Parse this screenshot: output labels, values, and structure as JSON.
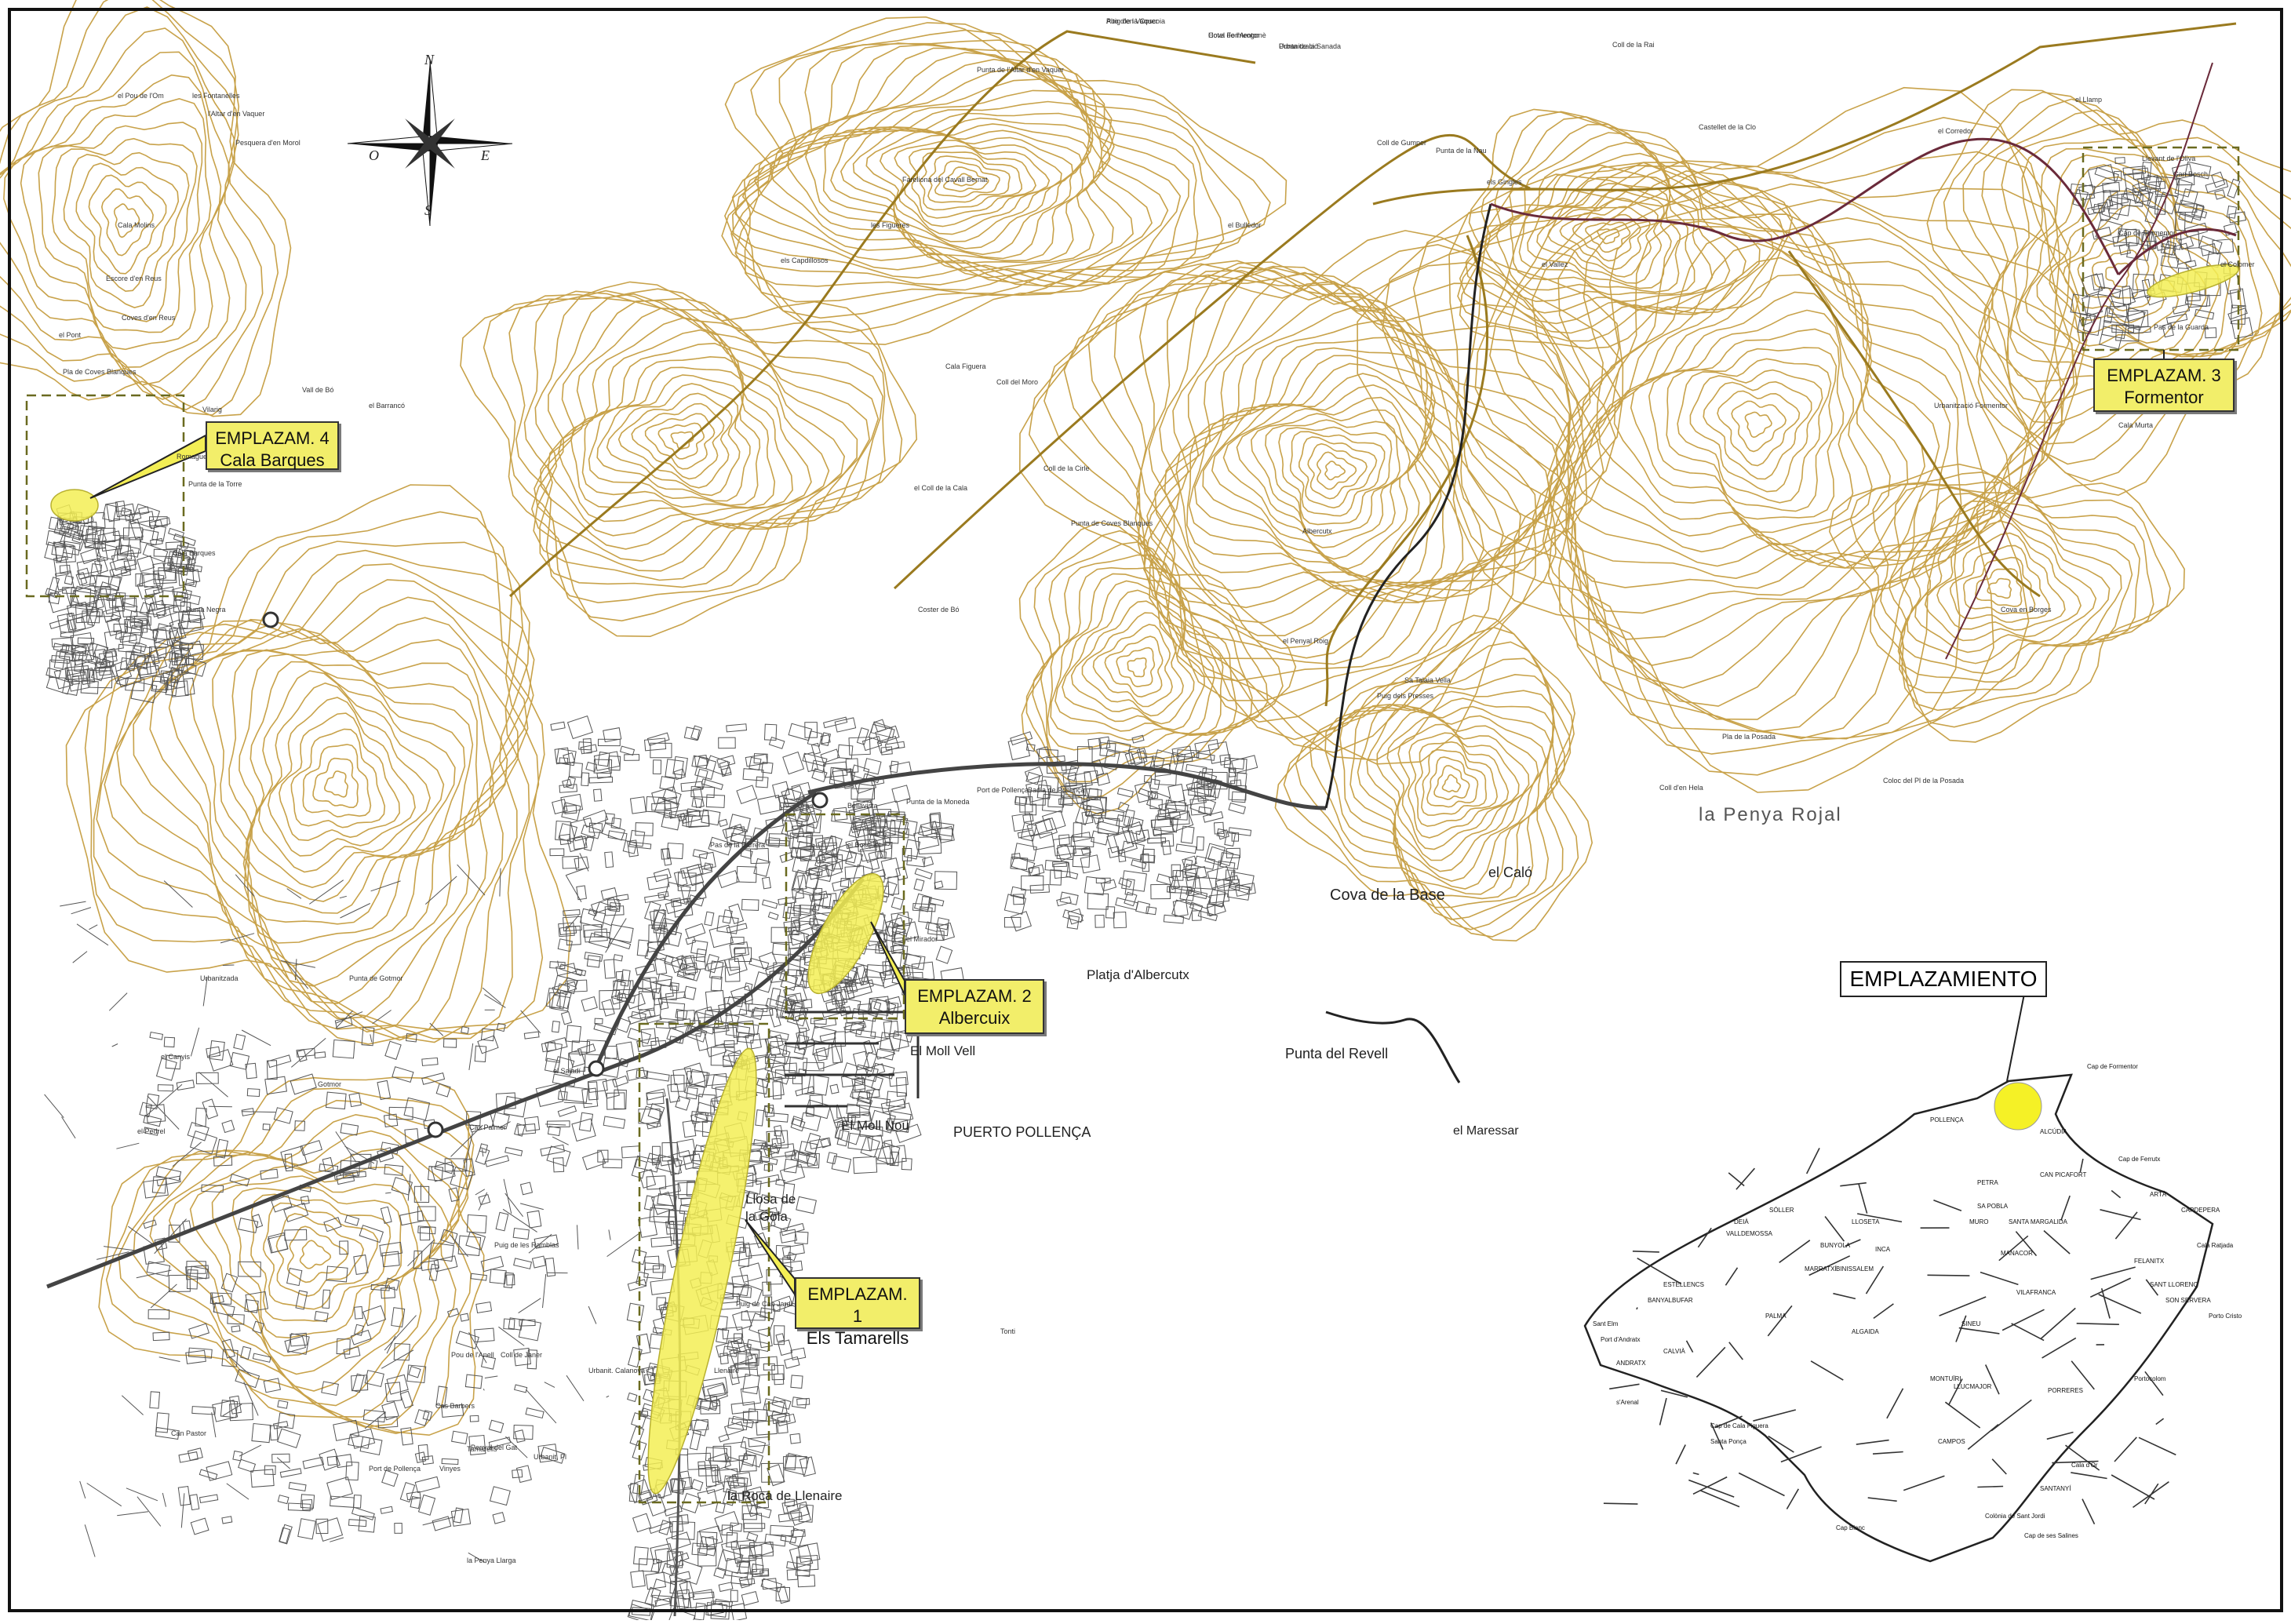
{
  "map": {
    "compass": {
      "n": "N",
      "s": "S",
      "e": "E",
      "w": "O"
    },
    "zones": [
      {
        "id": "1",
        "title": "EMPLAZAM. 1",
        "name": "Els Tamarells"
      },
      {
        "id": "2",
        "title": "EMPLAZAM. 2",
        "name": "Albercuix"
      },
      {
        "id": "3",
        "title": "EMPLAZAM. 3",
        "name": "Formentor"
      },
      {
        "id": "4",
        "title": "EMPLAZAM. 4",
        "name": "Cala Barques"
      }
    ],
    "places": {
      "penya_rojal": "la Penya Rojal",
      "calo": "el Caló",
      "cova_base": "Cova de la Base",
      "platja_albercutx": "Platja d'Albercutx",
      "punta_revell": "Punta del Revell",
      "moll_vell": "El Moll Vell",
      "moll_nou": "El Moll Nou",
      "puerto_pollenca": "PUERTO POLLENÇA",
      "llosa_gola": "Llosa de la Gola",
      "maressar": "el Maressar",
      "roca_llenaire": "la Roca de Llenaire"
    },
    "small_labels": [
      "Alto d'en Vaquer",
      "Cova de l'Arogonè",
      "Punta de la Sanada",
      "Punta de l'Altar d'en Vaquer",
      "Fareliona del Cavall Bernat",
      "les Figueres",
      "els Capdillosos",
      "el Bulledor",
      "Coll del Moro",
      "Coll de la Cirle",
      "el Coll de la Cala",
      "el Barrancó",
      "Vall de Bó",
      "Romaguera",
      "Vilarig",
      "Punta de la Torre",
      "Punta Negra",
      "Cala Barques",
      "Cala Molins",
      "Escore d'en Reus",
      "Coves d'en Reus",
      "el Pont",
      "Pla de Coves Blanques",
      "el Pou de l'Om",
      "les Fontanelles",
      "l'Altar d'en Vaquer",
      "Pesquera d'en Morol",
      "Punta de Coves Blanques",
      "Coster de Bó",
      "el Penyal Roig",
      "Albercutx",
      "Puig dels Presses",
      "Sa Talaia Vella",
      "Coll d'en Hela",
      "Coll de la Rai",
      "Coll de Gumper",
      "Punta de la Nau",
      "els Gingles",
      "Castellet de la Clo",
      "el Corredor",
      "el Llamp",
      "el Vallez",
      "Pas de la Guarda",
      "Cala Murta",
      "Pla de la Posada",
      "Coloc del Pl de la Posada",
      "Cova en Borges",
      "Cala Figuera",
      "Punta de la Moneda",
      "el Mirador",
      "Port de Pollença",
      "Badia de Pollença",
      "el Bosquet",
      "Bellavista",
      "Urbanitzada",
      "el Pedrel",
      "el Canyis",
      "Gotmor",
      "Punta de Gotmor",
      "Cas Palmer",
      "el Saladí",
      "Pas de la Barrera",
      "Puig de les Ramblas",
      "Pou de l'Anell",
      "Urbanit. Calanova",
      "Can Pastor",
      "Port de Pollença",
      "Vinyes",
      "Cas Barbers",
      "Coll de Janer",
      "Penyal del Gat",
      "la Penya Llarga",
      "Tonti",
      "Puig de Can Jardí",
      "Llenaire",
      "Urbanit. Pl",
      "Tamarells",
      "Llevant de l'Oliva",
      "Can Bosch",
      "el Colomer",
      "Cap de Formentor",
      "Urbanització Formentor",
      "Puig de la Coscoia",
      "Hotel Formentor",
      "Urbanització"
    ],
    "mallorca_labels": [
      "Cap de Formentor",
      "POLLENÇA",
      "ALCÚDIA",
      "SÓLLER",
      "PALMA",
      "MANACOR",
      "INCA",
      "FELANITX",
      "LLUCMAJOR",
      "CAMPOS",
      "SANTANYÍ",
      "ARTÀ",
      "CAPDEPERA",
      "ANDRATX",
      "CALVIÀ",
      "SA POBLA",
      "MURO",
      "PETRA",
      "SINEU",
      "MARRATXÍ",
      "ALGAIDA",
      "MONTUÏRI",
      "Cap Blanc",
      "Cap de ses Salines",
      "Colònia de Sant Jordi",
      "Porto Cristo",
      "Cala Ratjada",
      "Cap de Ferrutx",
      "Santa Ponça",
      "Cap de Cala Figuera",
      "Sant Elm",
      "Port d'Andratx",
      "VALLDEMOSSA",
      "DEIÀ",
      "BUNYOLA",
      "BINISSALEM",
      "LLOSETA",
      "SANT LLORENÇ",
      "SON SERVERA",
      "PORRERES",
      "VILAFRANCA",
      "SANTA MARGALIDA",
      "CAN PICAFORT",
      "Cala d'Or",
      "Portocolom",
      "s'Arenal",
      "ESTELLENCS",
      "BANYALBUFAR"
    ],
    "legend_title": "EMPLAZAMIENTO"
  }
}
